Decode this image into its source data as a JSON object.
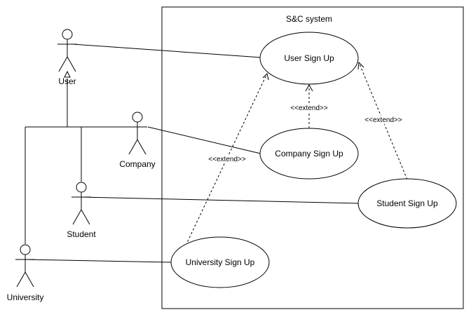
{
  "system": {
    "title": "S&C system"
  },
  "actors": {
    "user": "User",
    "company": "Company",
    "student": "Student",
    "university": "University"
  },
  "use_cases": {
    "user_sign_up": "User Sign Up",
    "company_sign_up": "Company Sign Up",
    "student_sign_up": "Student Sign Up",
    "university_sign_up": "University Sign Up"
  },
  "relations": {
    "extend_label": "<<extend>>"
  },
  "colors": {
    "stroke": "#000000",
    "background": "#ffffff"
  }
}
